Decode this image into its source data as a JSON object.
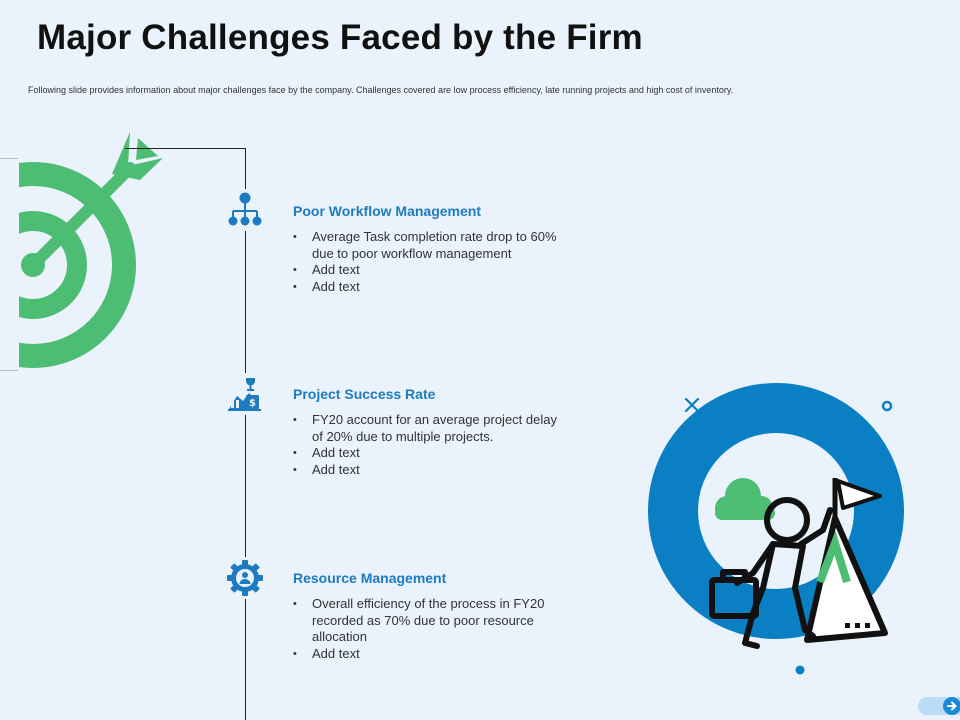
{
  "title": "Major Challenges Faced by the Firm",
  "subtitle": "Following slide provides information about major challenges face by the company. Challenges covered are low process efficiency, late running projects and high cost of inventory.",
  "colors": {
    "background": "#eaf2fc",
    "accent_blue": "#1e7bc0",
    "ring_blue": "#0a7fc4",
    "green": "#4dbd74"
  },
  "sections": [
    {
      "icon": "hierarchy-icon",
      "title": "Poor Workflow Management",
      "bullets": [
        "Average Task completion rate drop to 60% due to poor workflow management",
        "Add text",
        "Add text"
      ]
    },
    {
      "icon": "trophy-growth-icon",
      "title": "Project Success Rate",
      "bullets": [
        "FY20 account for an average project delay of 20% due to multiple projects.",
        "Add text",
        "Add text"
      ]
    },
    {
      "icon": "gear-user-icon",
      "title": "Resource Management",
      "bullets": [
        "Overall efficiency of the process in FY20 recorded as 70% due to poor resource allocation",
        "Add text"
      ]
    }
  ]
}
